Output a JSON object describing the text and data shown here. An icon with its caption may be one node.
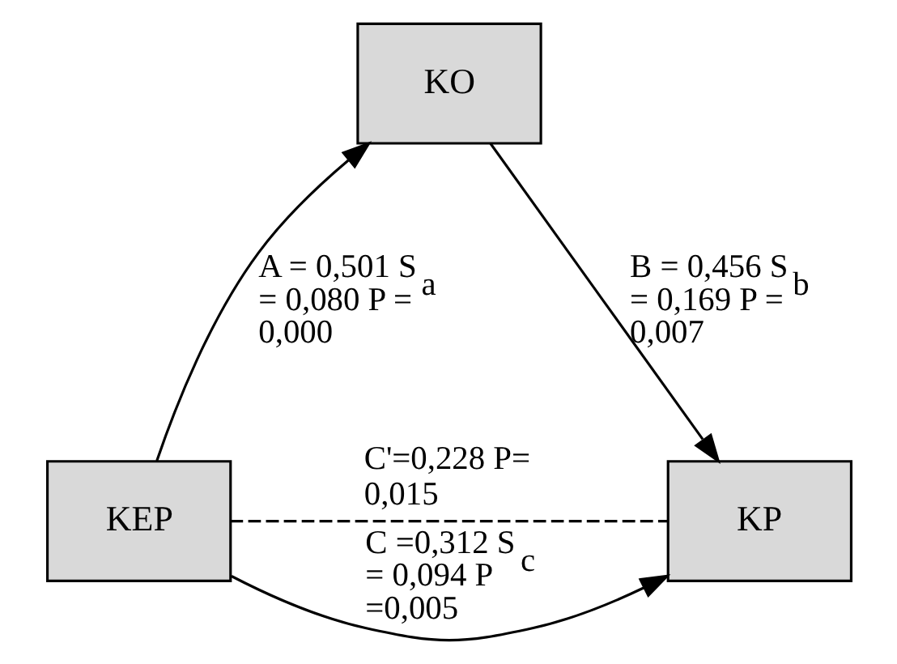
{
  "diagram": {
    "nodes": [
      {
        "text": [
          "KO"
        ]
      },
      {
        "text": [
          "KEP"
        ]
      },
      {
        "text": [
          "KP"
        ]
      }
    ],
    "edges": [
      {
        "from": 1,
        "to": 0,
        "arrow": "to",
        "label": "A = 0,501 S$_{a}$ = 0,080 P = 0,000"
      },
      {
        "from": 0,
        "to": 2,
        "arrow": "to",
        "label": "B = 0,456 S$_{b}$ = 0,169 P = 0,007"
      },
      {
        "from": 1,
        "to": 2,
        "arrow": "to",
        "label": "C =0,312 S$_{c}$ = 0,094 P =0,005"
      },
      {
        "from": 1,
        "to": 2,
        "arrow": "none",
        "style": "dashed",
        "label": "C'=0,228 P= 0,015"
      }
    ]
  }
}
